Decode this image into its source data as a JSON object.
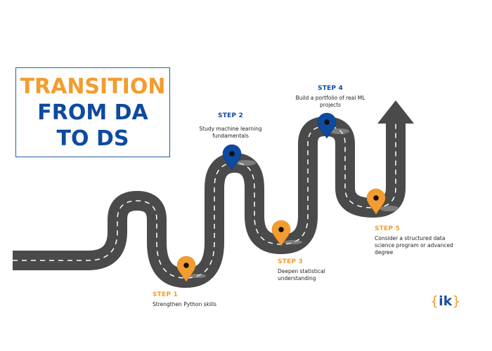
{
  "title": {
    "line1": "TRANSITION",
    "line2": "FROM DA",
    "line3": "TO DS"
  },
  "steps": [
    {
      "label": "STEP 1",
      "description": "Strengthen Python skills",
      "color": "#f39c2f"
    },
    {
      "label": "STEP 2",
      "description": "Study machine learning fundamentals",
      "color": "#0e4aa0"
    },
    {
      "label": "STEP 3",
      "description": "Deepen statistical understanding",
      "color": "#f39c2f"
    },
    {
      "label": "STEP 4",
      "description": "Build a portfolio of real ML projects",
      "color": "#0e4aa0"
    },
    {
      "label": "STEP 5",
      "description": "Consider a structured data science program or advanced degree",
      "color": "#f39c2f"
    }
  ],
  "colors": {
    "road": "#4a4a4a",
    "road_edge": "#ffffff",
    "orange": "#f39c2f",
    "blue": "#0e4aa0"
  },
  "logo": {
    "open": "{",
    "text": "ik",
    "close": "}"
  }
}
